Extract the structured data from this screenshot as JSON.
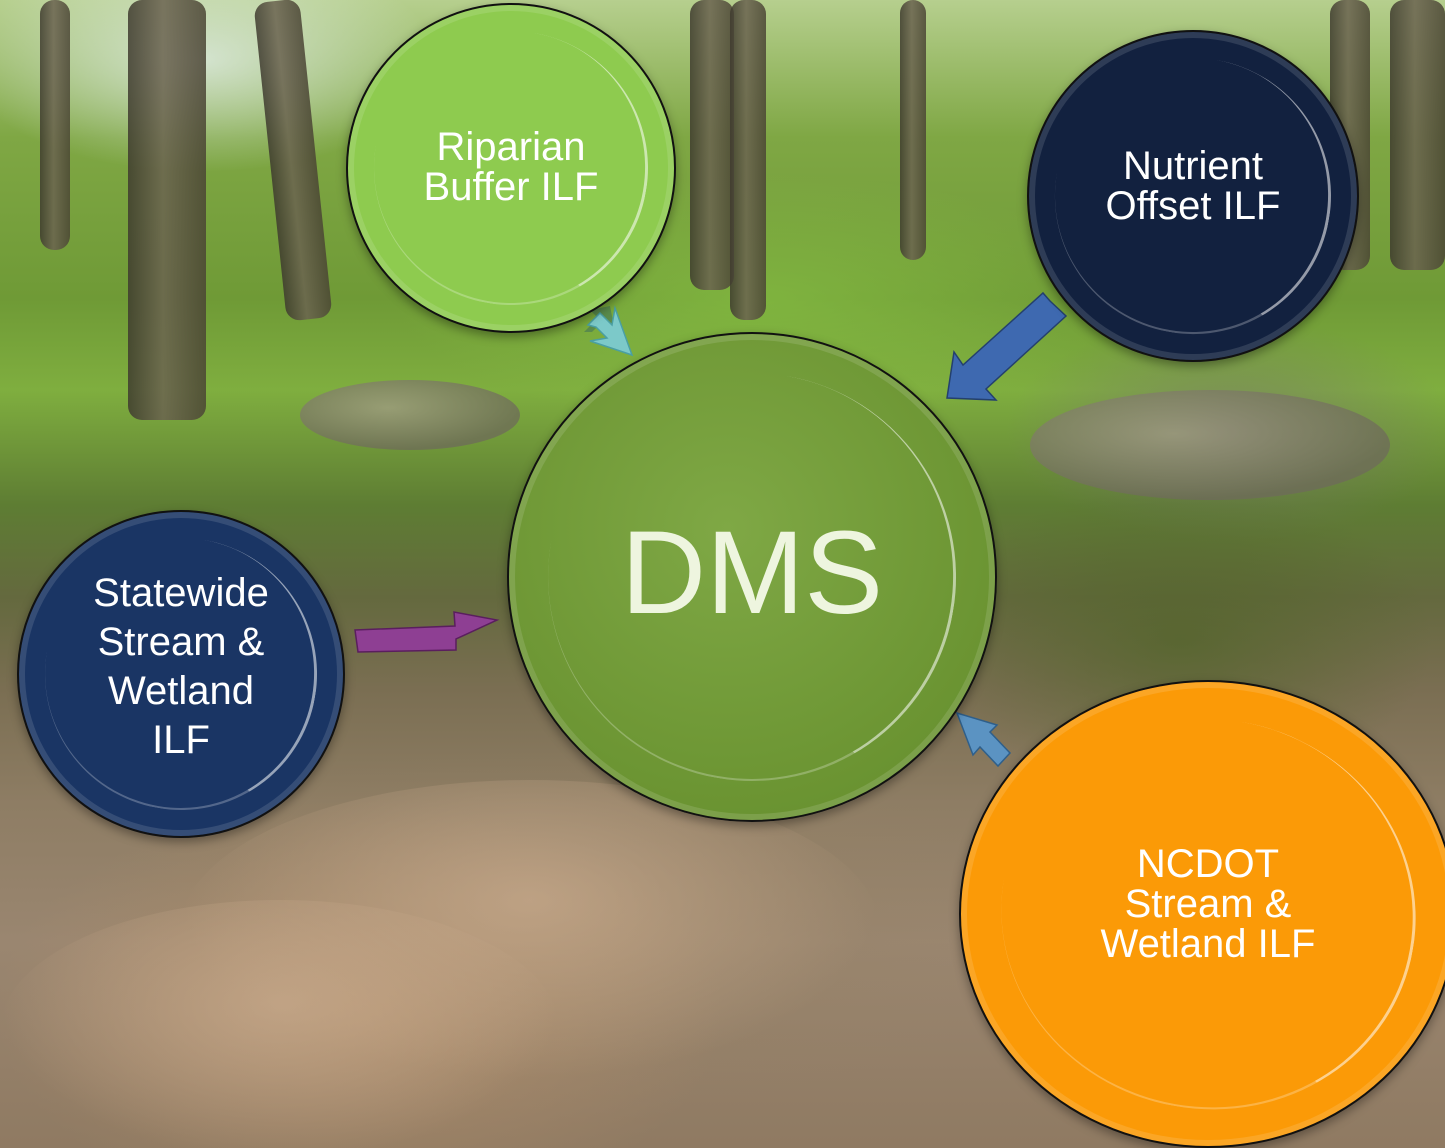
{
  "diagram": {
    "center": {
      "label": "DMS",
      "color": "#6b9432"
    },
    "sources": [
      {
        "label": "Riparian\nBuffer ILF",
        "color": "#8ecb4f",
        "arrow_color": "#7cc9c9"
      },
      {
        "label": "Nutrient\nOffset ILF",
        "color": "#12213f",
        "arrow_color": "#3e69b0"
      },
      {
        "label": "Statewide\nStream &\nWetland\nILF",
        "color": "#1a3564",
        "arrow_color": "#8e3f93"
      },
      {
        "label": "NCDOT\nStream &\nWetland ILF",
        "color": "#fb9a07",
        "arrow_color": "#5b93c2"
      }
    ]
  }
}
